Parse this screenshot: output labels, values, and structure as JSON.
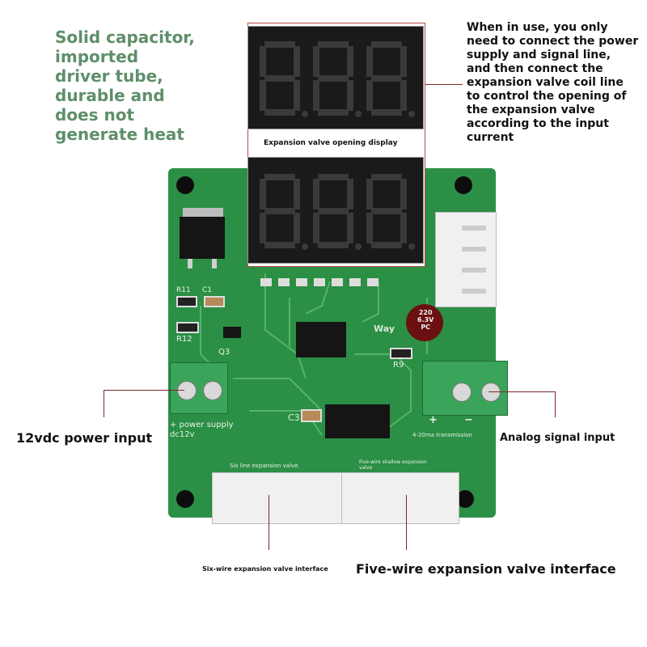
{
  "callouts": {
    "left_top": [
      "Solid capacitor,",
      "imported",
      "driver tube,",
      "durable and",
      "does not",
      "generate heat"
    ],
    "right_top": [
      "When in use, you only",
      "need to connect the power",
      "supply and signal line,",
      "and then connect the",
      "expansion valve coil line",
      "to control the opening of",
      "the expansion valve",
      "according to the input",
      "current"
    ],
    "display_label": "Expansion valve opening display",
    "power_input": "12vdc power input",
    "analog_input": "Analog signal input",
    "six_wire": "Six-wire expansion valve interface",
    "five_wire": "Five-wire expansion valve interface"
  },
  "board_silkscreen": {
    "r11": "R11",
    "c1": "C1",
    "r12": "R12",
    "q3": "Q3",
    "c3": "C3",
    "r9": "R9",
    "way": "Way",
    "power_supply": "+ power supply dc12v",
    "transmission": "4-20ma transmission",
    "six_line": "Six line expansion valve.",
    "five_wire_small": "Five-wire shallow expansion valve",
    "plus": "+",
    "minus": "−",
    "cap_220": "220",
    "cap_63v": "6.3V",
    "cap_pc": "PC"
  },
  "colors": {
    "board": "#2b8f45",
    "callout_green": "#5e8f6a",
    "line_red": "#7a2a2a"
  }
}
